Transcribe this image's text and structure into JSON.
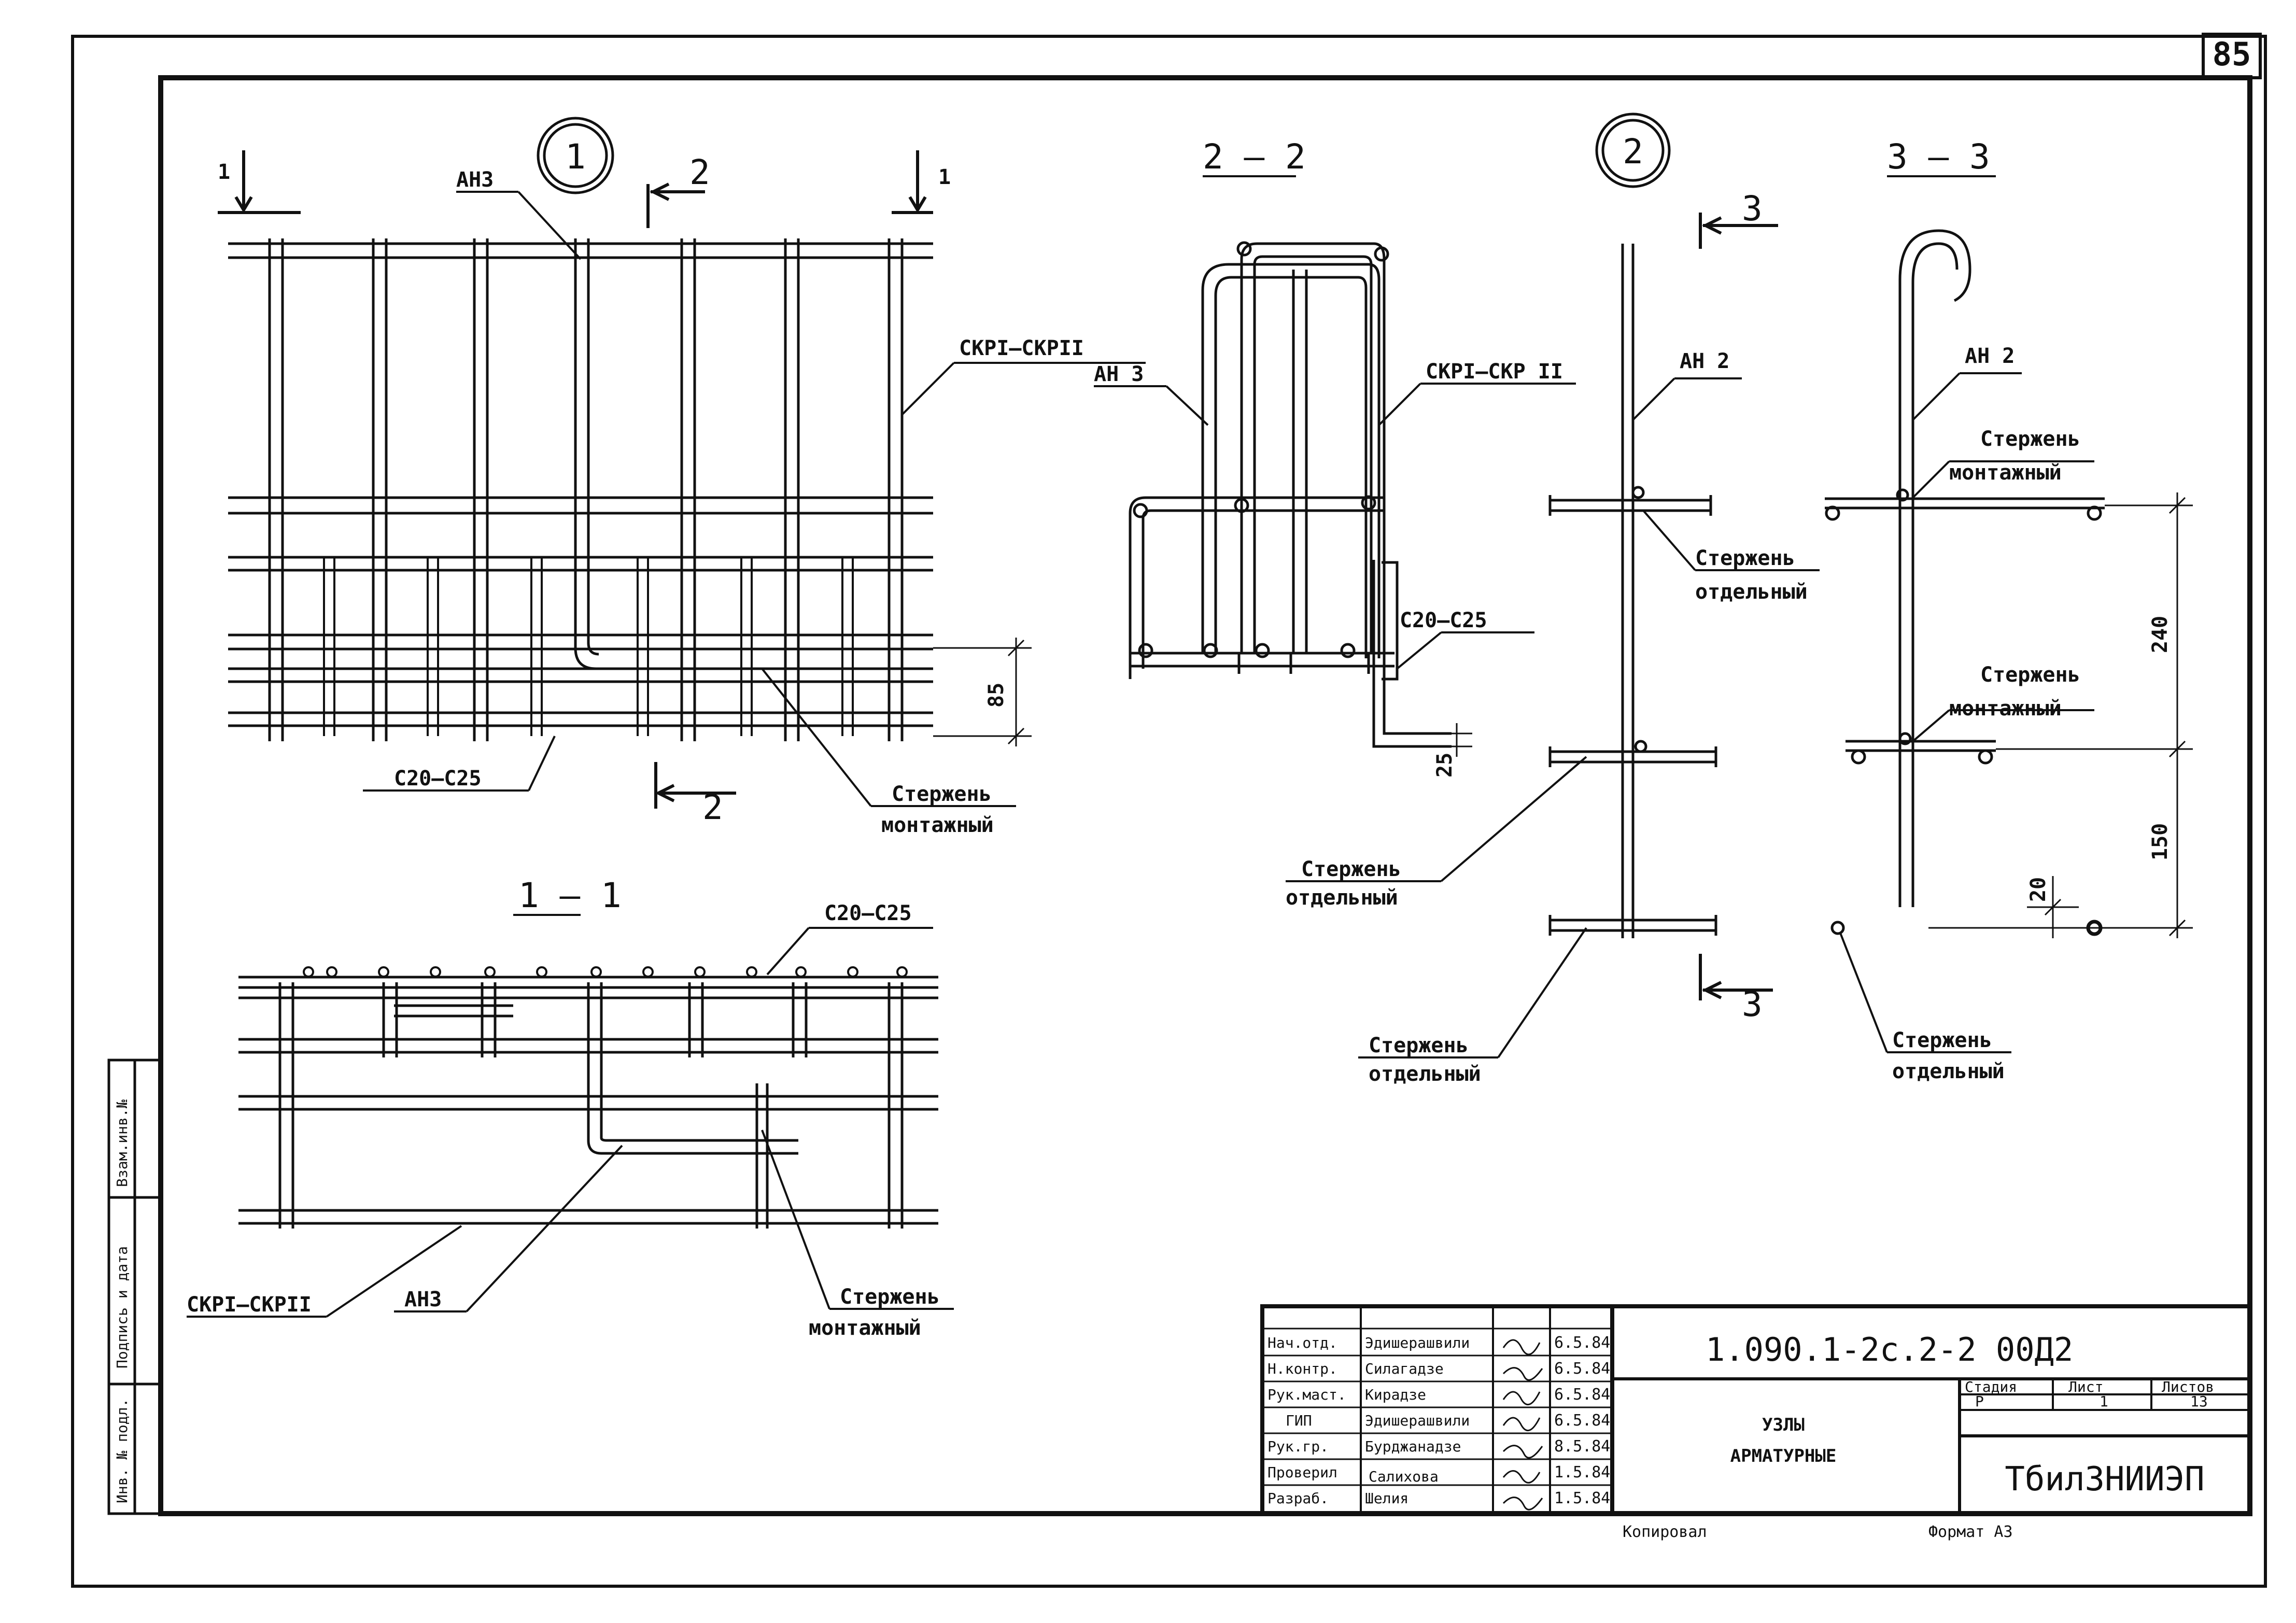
{
  "sheet": {
    "number": "85",
    "code": "1.090.1-2с.2-2  00Д2",
    "title_line1": "УЗЛЫ",
    "title_line2": "АРМАТУРНЫЕ",
    "organization": "ТбилЗНИИЭП",
    "copied": "Копировал",
    "format": "Формат А3"
  },
  "stamp": {
    "headers": [
      "Стадия",
      "Лист",
      "Листов"
    ],
    "values": [
      "Р",
      "1",
      "13"
    ],
    "rows": [
      {
        "role": "Нач.отд.",
        "name": "Эдишерашвили",
        "date": "6.5.84"
      },
      {
        "role": "Н.контр.",
        "name": "Силагадзе",
        "date": "6.5.84"
      },
      {
        "role": "Рук.маст.",
        "name": "Кирадзе",
        "date": "6.5.84"
      },
      {
        "role": "ГИП",
        "name": "Эдишерашвили",
        "date": "6.5.84"
      },
      {
        "role": "Рук.гр.",
        "name": "Бурджанадзе",
        "date": "8.5.84"
      },
      {
        "role": "Проверил",
        "name": "Салихова",
        "date": "1.5.84"
      },
      {
        "role": "Разраб.",
        "name": "Шелия",
        "date": "1.5.84"
      }
    ]
  },
  "side_stamp": [
    "Инв. № подл.",
    "Подпись и дата",
    "Взам.инв.№"
  ],
  "views": {
    "node1": {
      "circle": "1",
      "cut1_a": "1",
      "cut1_b": "1",
      "cut2_top": "2",
      "cut2_bottom": "2"
    },
    "node2": {
      "circle": "2"
    },
    "sec11": "1 – 1",
    "sec22": "2 – 2",
    "sec33": "3 – 3",
    "cut3_top": "3",
    "cut3_bottom": "3"
  },
  "labels": {
    "ah3": "АН3",
    "ah3_spaced": "АН 3",
    "ah2": "АН 2",
    "skp": "СКРI–СКРII",
    "skp_spaced": "СКРI–СКР II",
    "c20": "С20–С25",
    "rod": "Стержень",
    "mount": "монтажный",
    "separate": "отдельный"
  },
  "dims": {
    "d25": "25",
    "d85": "85",
    "d240": "240",
    "d150": "150",
    "d20": "20"
  }
}
